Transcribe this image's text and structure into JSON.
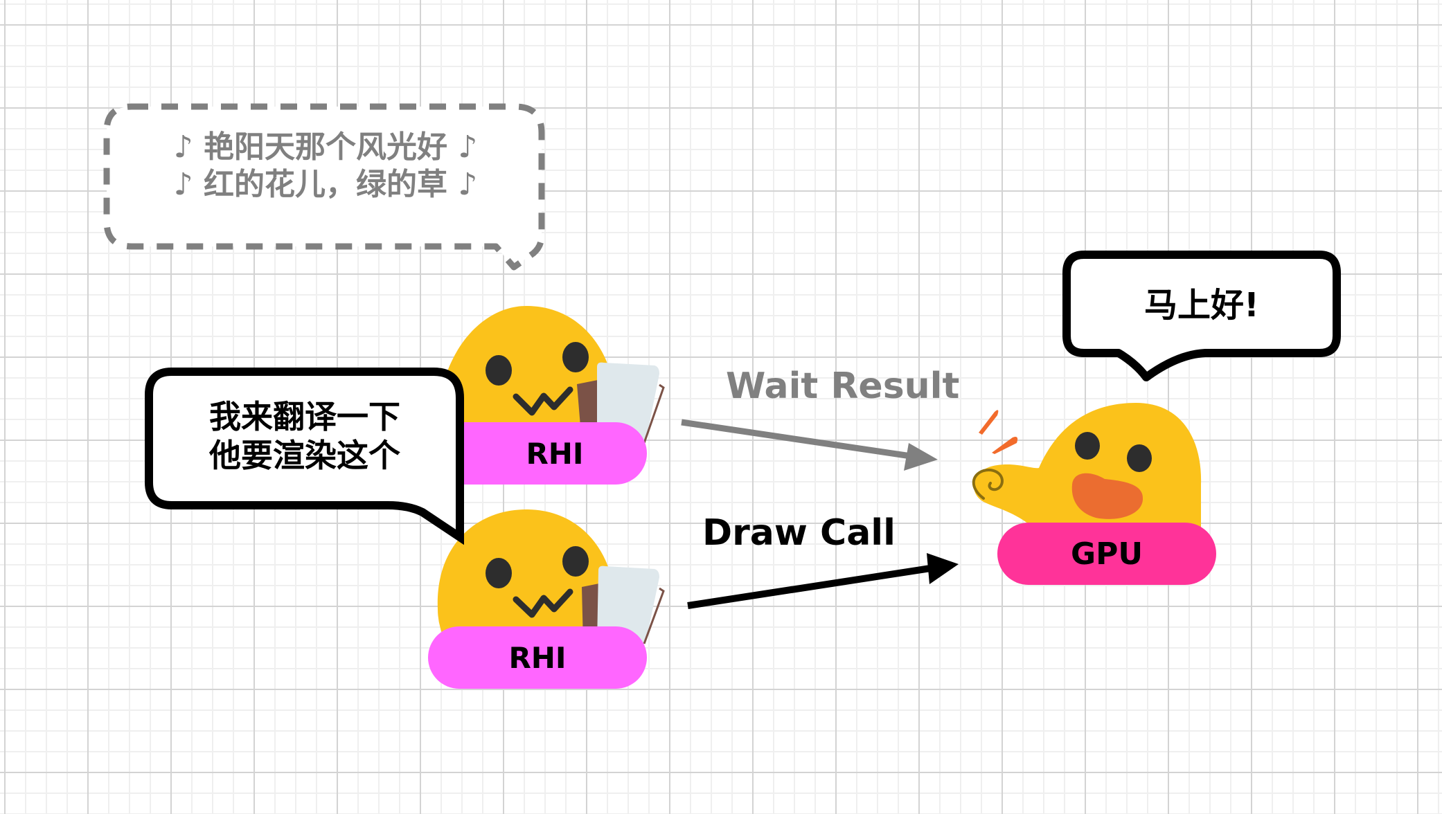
{
  "colors": {
    "grid_major": "#d3d3d3",
    "grid_minor": "#efefef",
    "face_yellow": "#FBC21B",
    "eye_dark": "#2D2D2D",
    "mouth_orange": "#EB6D30",
    "rhi_pill": "#FF66FF",
    "gpu_pill": "#FF3399",
    "wait_arrow": "#808080",
    "draw_arrow": "#000000",
    "paper": "#DFE8EC",
    "clipboard": "#7B5247",
    "effect_orange": "#F26B2B"
  },
  "lyric_bubble": {
    "style": "dashed",
    "lines": [
      "♪ 艳阳天那个风光好 ♪",
      "♪ 红的花儿，绿的草 ♪"
    ]
  },
  "rhi_bubble": {
    "lines": [
      "我来翻译一下",
      "他要渲染这个"
    ]
  },
  "gpu_bubble": {
    "text": "马上好!"
  },
  "characters": {
    "rhi_top": {
      "label": "RHI",
      "icon": "face-with-notepad-icon"
    },
    "rhi_bottom": {
      "label": "RHI",
      "icon": "face-with-notepad-icon"
    },
    "gpu": {
      "label": "GPU",
      "icon": "excited-face-icon"
    }
  },
  "arrows": {
    "wait": {
      "label": "Wait Result",
      "from": "rhi_top",
      "to": "gpu"
    },
    "draw": {
      "label": "Draw Call",
      "from": "rhi_bottom",
      "to": "gpu"
    }
  }
}
